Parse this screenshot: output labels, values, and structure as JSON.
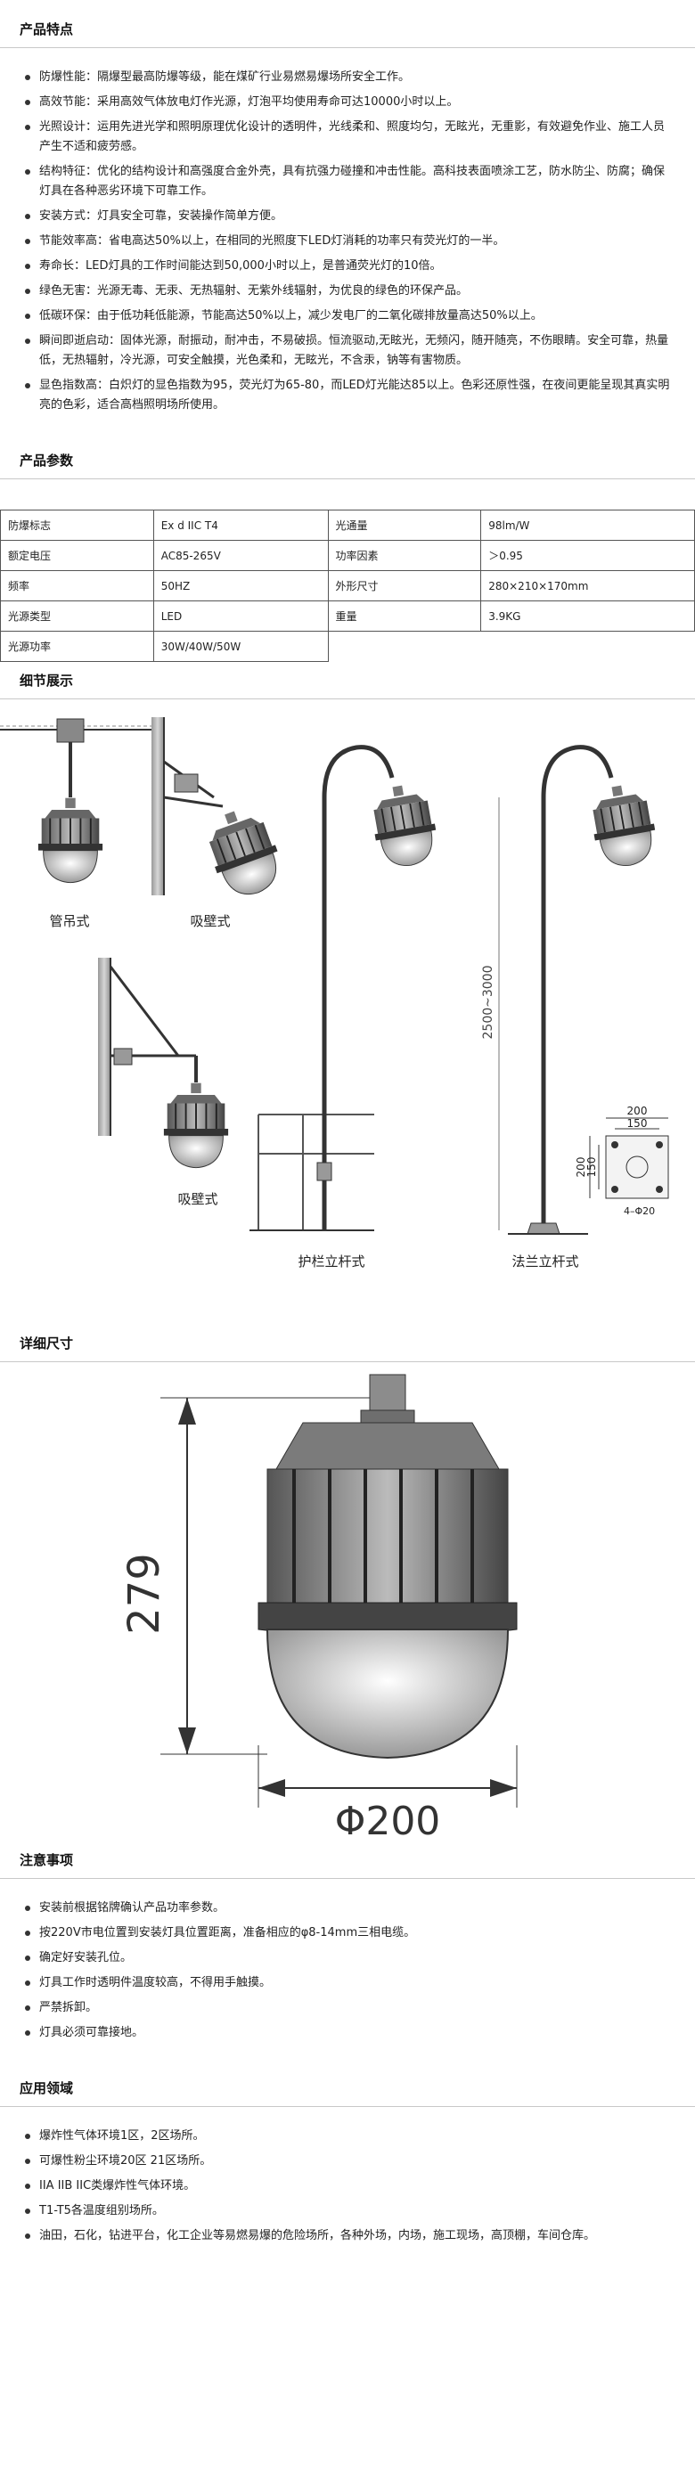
{
  "features": {
    "title": "产品特点",
    "items": [
      "防爆性能：隔爆型最高防爆等级，能在煤矿行业易燃易爆场所安全工作。",
      "高效节能：采用高效气体放电灯作光源，灯泡平均使用寿命可达10000小时以上。",
      "光照设计：运用先进光学和照明原理优化设计的透明件，光线柔和、照度均匀，无眩光，无重影，有效避免作业、施工人员产生不适和疲劳感。",
      "结构特征：优化的结构设计和高强度合金外壳，具有抗强力碰撞和冲击性能。高科技表面喷涂工艺，防水防尘、防腐；确保灯具在各种恶劣环境下可靠工作。",
      "安装方式：灯具安全可靠，安装操作简单方便。",
      "节能效率高：省电高达50%以上，在相同的光照度下LED灯消耗的功率只有荧光灯的一半。",
      "寿命长：LED灯具的工作时间能达到50,000小时以上，是普通荧光灯的10倍。",
      "绿色无害：光源无毒、无汞、无热辐射、无紫外线辐射，为优良的绿色的环保产品。",
      "低碳环保：由于低功耗低能源，节能高达50%以上，减少发电厂的二氧化碳排放量高达50%以上。",
      "瞬间即逝启动：固体光源，耐振动，耐冲击，不易破损。恒流驱动,无眩光，无频闪，随开随亮，不伤眼睛。安全可靠，热量低，无热辐射，冷光源，可安全触摸，光色柔和，无眩光，不含汞，钠等有害物质。",
      "显色指数高：白炽灯的显色指数为95，荧光灯为65-80，而LED灯光能达85以上。色彩还原性强，在夜间更能呈现其真实明亮的色彩，适合高档照明场所使用。"
    ]
  },
  "params": {
    "title": "产品参数",
    "rows": [
      [
        "防爆标志",
        "Ex d IIC T4",
        "光通量",
        "98lm/W"
      ],
      [
        "额定电压",
        "AC85-265V",
        "功率因素",
        "＞0.95"
      ],
      [
        "频率",
        "50HZ",
        "外形尺寸",
        "280×210×170mm"
      ],
      [
        "光源类型",
        "LED",
        "重量",
        "3.9KG"
      ],
      [
        "光源功率",
        "30W/40W/50W",
        "",
        ""
      ]
    ]
  },
  "details": {
    "title": "细节展示",
    "labels": {
      "pendant": "管吊式",
      "wall1": "吸壁式",
      "wall2": "吸壁式",
      "rail": "护栏立杆式",
      "flange": "法兰立杆式",
      "height": "2500~3000",
      "dim_200": "200",
      "dim_150": "150",
      "dim_200v": "200",
      "dim_150v": "150",
      "dim_hole": "4–Φ20"
    }
  },
  "dimensions": {
    "title": "详细尺寸",
    "height_label": "279",
    "width_label": "Φ200"
  },
  "notes": {
    "title": "注意事项",
    "items": [
      "安装前根据铭牌确认产品功率参数。",
      "按220V市电位置到安装灯具位置距离，准备相应的φ8-14mm三相电缆。",
      "确定好安装孔位。",
      "灯具工作时透明件温度较高，不得用手触摸。",
      "严禁拆卸。",
      "灯具必须可靠接地。"
    ]
  },
  "applications": {
    "title": "应用领域",
    "items": [
      "爆炸性气体环境1区，2区场所。",
      "可爆性粉尘环境20区 21区场所。",
      "IIA IIB IIC类爆炸性气体环境。",
      "T1-T5各温度组别场所。",
      "油田，石化，钻进平台，化工企业等易燃易爆的危险场所，各种外场，内场，施工现场，高顶棚，车间仓库。"
    ]
  },
  "colors": {
    "text": "#222222",
    "rule": "#c8c8c8",
    "border": "#555555"
  }
}
